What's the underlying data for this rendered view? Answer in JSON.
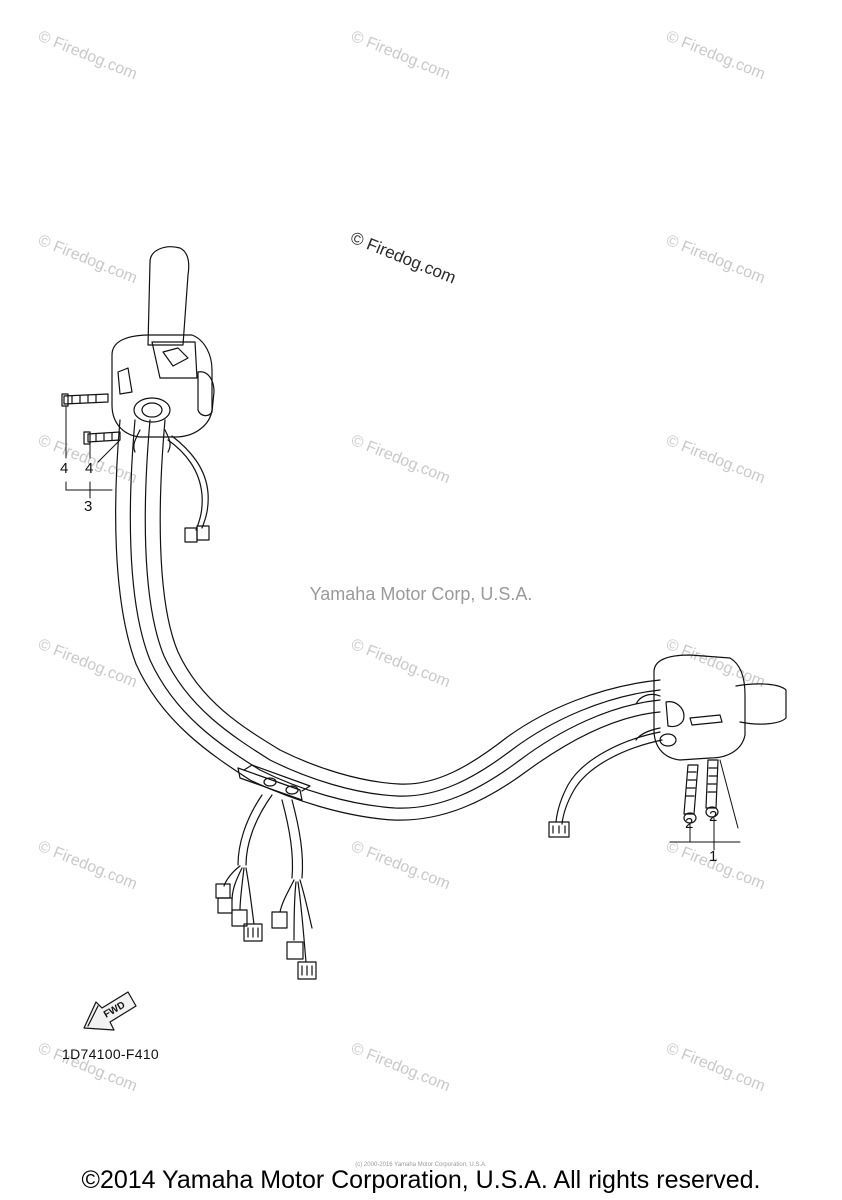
{
  "watermark": {
    "text": "© Firedog.com",
    "color": "#c9c9c9",
    "featured_color": "#2a2a2a"
  },
  "diagram": {
    "center_mark": "Yamaha Motor Corp, U.S.A.",
    "callouts": {
      "c1": "1",
      "c2a": "2",
      "c2b": "2",
      "c3": "3",
      "c4a": "4",
      "c4b": "4"
    },
    "fwd_label": "FWD",
    "ref_code": "1D74100-F410"
  },
  "footer": {
    "small_note": "(c) 2000-2016 Yamaha Motor Corporation, U.S.A.",
    "copyright": "©2014 Yamaha Motor Corporation, U.S.A. All rights reserved."
  }
}
